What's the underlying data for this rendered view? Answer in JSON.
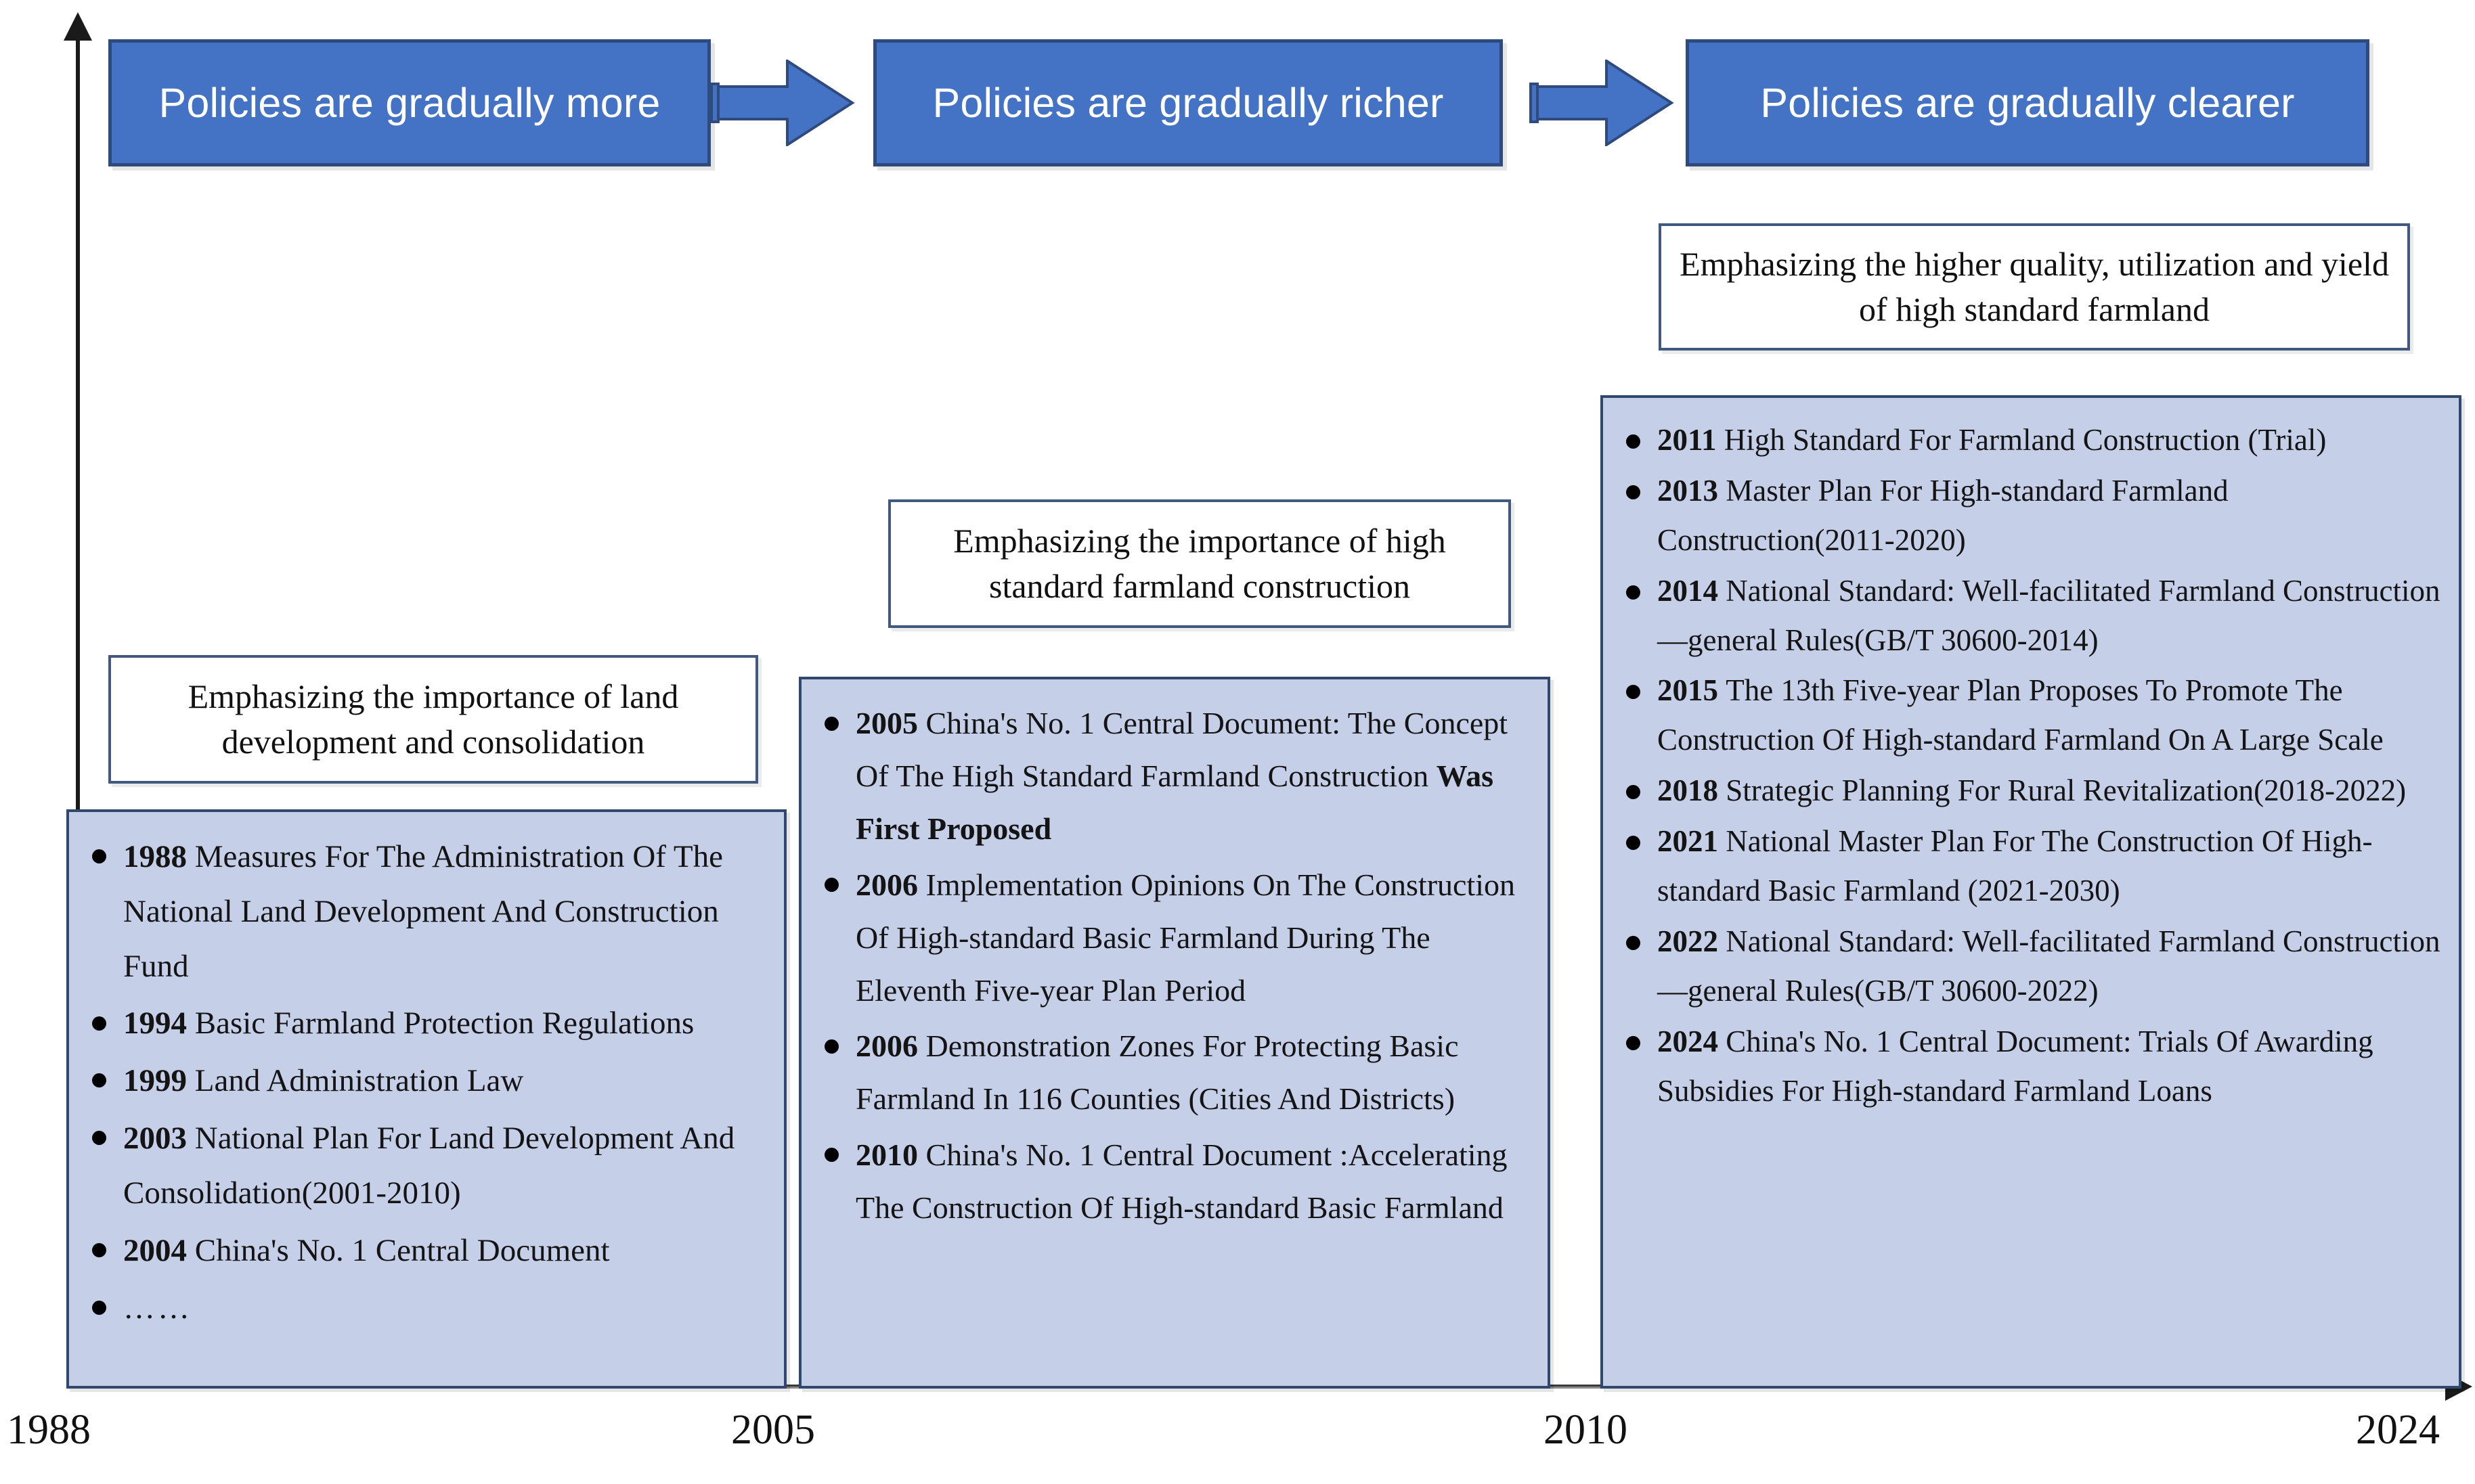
{
  "axis": {
    "years": [
      {
        "id": "y1988",
        "label": "1988"
      },
      {
        "id": "y2005",
        "label": "2005"
      },
      {
        "id": "y2010",
        "label": "2010"
      },
      {
        "id": "y2024",
        "label": "2024"
      }
    ]
  },
  "banners": [
    {
      "label": "Policies are gradually more"
    },
    {
      "label": "Policies are gradually richer"
    },
    {
      "label": "Policies are gradually clearer"
    }
  ],
  "captions": [
    {
      "label": "Emphasizing the importance of land development and consolidation"
    },
    {
      "label": "Emphasizing the importance of high standard farmland construction"
    },
    {
      "label": "Emphasizing the higher quality, utilization and yield of high standard farmland"
    }
  ],
  "panels": [
    {
      "items": [
        {
          "year": "1988",
          "text": "Measures For The Administration Of The National Land Development And Construction Fund"
        },
        {
          "year": "1994",
          "text": "Basic Farmland Protection Regulations"
        },
        {
          "year": "1999",
          "text": "Land Administration Law"
        },
        {
          "year": "2003",
          "text": "National Plan For Land Development And Consolidation(2001-2010)"
        },
        {
          "year": "2004",
          "text": " China's No. 1 Central Document"
        },
        {
          "year": "",
          "text": "……"
        }
      ]
    },
    {
      "items": [
        {
          "year": "2005",
          "text": "China's No. 1 Central Document: The Concept Of The High Standard Farmland Construction ",
          "bold_tail": "Was First Proposed"
        },
        {
          "year": "2006",
          "text": "Implementation Opinions On The Construction Of High-standard Basic Farmland During The Eleventh Five-year Plan Period"
        },
        {
          "year": "2006",
          "text": "Demonstration Zones For Protecting Basic Farmland In 116 Counties (Cities And Districts)"
        },
        {
          "year": "2010",
          "text": "China's No. 1 Central Document :Accelerating The Construction Of High-standard Basic Farmland"
        }
      ]
    },
    {
      "items": [
        {
          "year": "2011",
          "text": "High Standard For Farmland Construction (Trial)"
        },
        {
          "year": "2013",
          "text": "Master Plan For High-standard Farmland Construction(2011-2020)"
        },
        {
          "year": "2014",
          "text": "National Standard: Well-facilitated Farmland Construction—general Rules(GB/T 30600-2014)"
        },
        {
          "year": "2015",
          "text": "The 13th Five-year Plan Proposes To Promote The Construction Of High-standard Farmland On A Large Scale"
        },
        {
          "year": "2018",
          "text": "Strategic Planning For Rural Revitalization(2018-2022)"
        },
        {
          "year": "2021",
          "text": "National Master Plan For The Construction Of High-standard Basic Farmland (2021-2030)"
        },
        {
          "year": "2022",
          "text": "National Standard: Well-facilitated Farmland Construction—general Rules(GB/T 30600-2022)"
        },
        {
          "year": "2024",
          "text": "China's No. 1 Central Document: Trials Of Awarding Subsidies For High-standard Farmland Loans"
        }
      ]
    }
  ],
  "colors": {
    "banner_fill": "#4472C4",
    "banner_border": "#2F4A7C",
    "panel_fill": "#C5CFE8",
    "panel_border": "#31486E",
    "caption_border": "#41587F",
    "axis": "#1a1a1a"
  }
}
